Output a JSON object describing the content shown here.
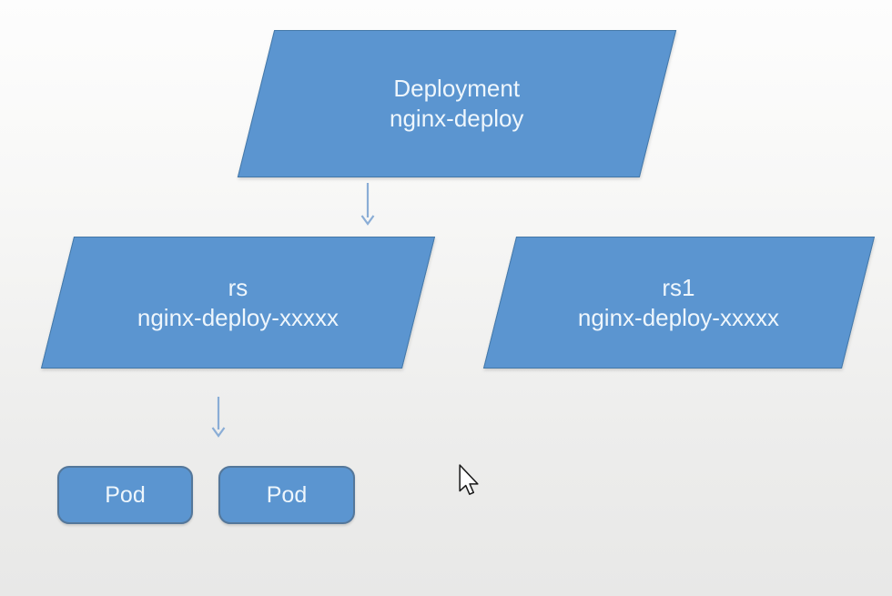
{
  "diagram": {
    "nodes": {
      "deployment": {
        "type_label": "Deployment",
        "name_label": "nginx-deploy"
      },
      "rs": {
        "type_label": "rs",
        "name_label": "nginx-deploy-xxxxx"
      },
      "rs1": {
        "type_label": "rs1",
        "name_label": "nginx-deploy-xxxxx"
      },
      "pod1": {
        "label": "Pod"
      },
      "pod2": {
        "label": "Pod"
      }
    },
    "edges": [
      {
        "from": "deployment",
        "to": "rs"
      },
      {
        "from": "rs",
        "to": "pods"
      }
    ]
  },
  "colors": {
    "shape_fill": "#5b95d0",
    "shape_border": "#4478a8",
    "pod_border": "#54779a",
    "text": "#eef6fc",
    "arrow": "#8aadd6",
    "background_top": "#fdfdfd",
    "background_bottom": "#e8e8e7"
  }
}
